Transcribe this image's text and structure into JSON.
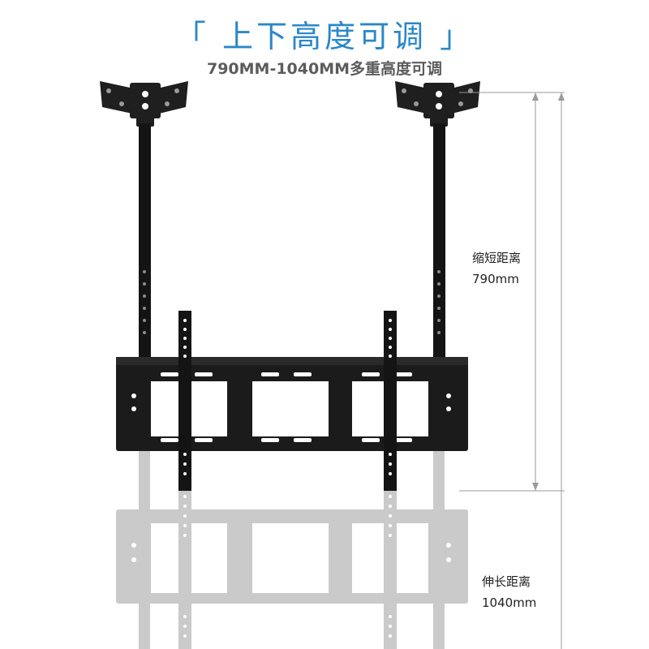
{
  "title": "「 上下高度可调 」",
  "subtitle": "790MM-1040MM多重高度可调",
  "short_label": {
    "name": "缩短距离",
    "value": "790mm"
  },
  "long_label": {
    "name": "伸长距离",
    "value": "1040mm"
  },
  "colors": {
    "title": "#2b87c7",
    "subtitle": "#5c5c5c",
    "mount": "#1b1b1b",
    "ghost": "#c8c8c8",
    "dimension_line": "#9a9a9a"
  }
}
